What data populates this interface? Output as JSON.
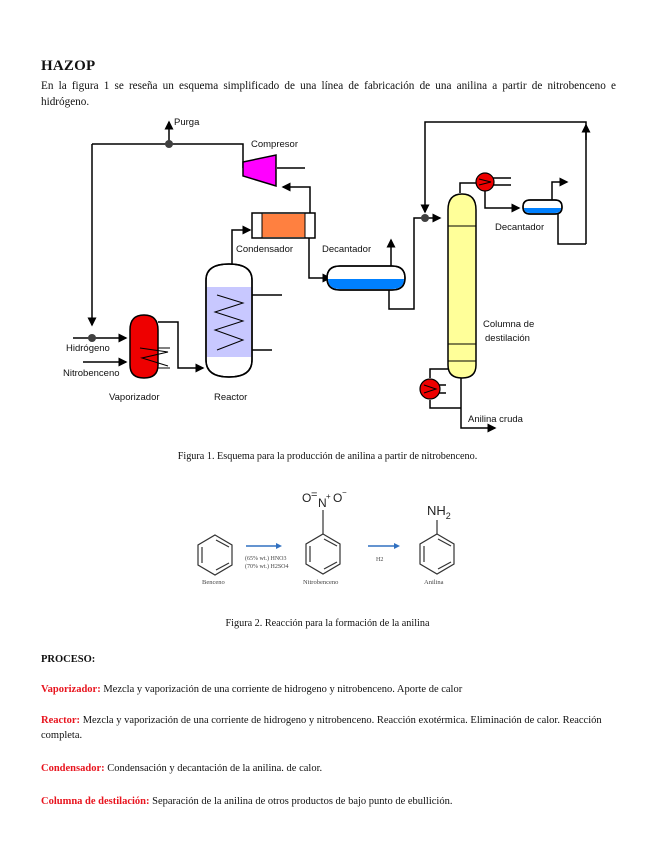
{
  "document": {
    "title": "HAZOP",
    "intro": "En la figura 1 se reseña un esquema simplificado de una línea de fabricación de una anilina a partir de nitrobenceno e hidrógeno."
  },
  "figure1": {
    "caption": "Figura 1. Esquema para la producción de anilina a partir de nitrobenceno.",
    "labels": {
      "purga": "Purga",
      "compresor": "Compresor",
      "condensador": "Condensador",
      "decantador1": "Decantador",
      "decantador2": "Decantador",
      "hidrogeno": "Hidrógeno",
      "nitrobenceno": "Nitrobenceno",
      "vaporizador": "Vaporizador",
      "reactor": "Reactor",
      "columna_line1": "Columna de",
      "columna_line2": "destilación",
      "anilina_cruda": "Anilina cruda"
    },
    "colors": {
      "compresor": "#ff00ff",
      "condensador": "#ff8040",
      "reactor": "#c8c8ff",
      "vaporizador": "#ee0000",
      "decantador_liquid": "#0080ff",
      "columna": "#ffff99",
      "heat_exchanger": "#ee0000",
      "junction": "#404040"
    }
  },
  "figure2": {
    "caption": "Figura 2. Reacción para la formación de la anilina",
    "molecules": {
      "benceno": "Benceno",
      "nitrobenceno": "Nitrobenceno",
      "anilina": "Anilina"
    },
    "nitro_group": "O  N  O",
    "amine_group": "NH",
    "amine_sub": "2",
    "reagent1": "(65% wt.) HNO3",
    "reagent2": "(70% wt.) H2SO4",
    "reagent3": "H2",
    "arrow_color": "#3070c0"
  },
  "process": {
    "heading": "PROCESO:",
    "items": [
      {
        "key": "Vaporizador:",
        "text": " Mezcla y vaporización de una corriente de hidrogeno y nitrobenceno.  Aporte de calor"
      },
      {
        "key": "Reactor:",
        "text": " Mezcla y vaporización de una corriente de hidrogeno y nitrobenceno. Reacción exotérmica. Eliminación de calor.  Reacción completa."
      },
      {
        "key": "Condensador:",
        "text": " Condensación y decantación de la anilina. de calor."
      },
      {
        "key": "Columna de destilación:",
        "text": " Separación de la anilina de otros productos de bajo punto de ebullición."
      }
    ],
    "key_color": "#e8141e"
  }
}
